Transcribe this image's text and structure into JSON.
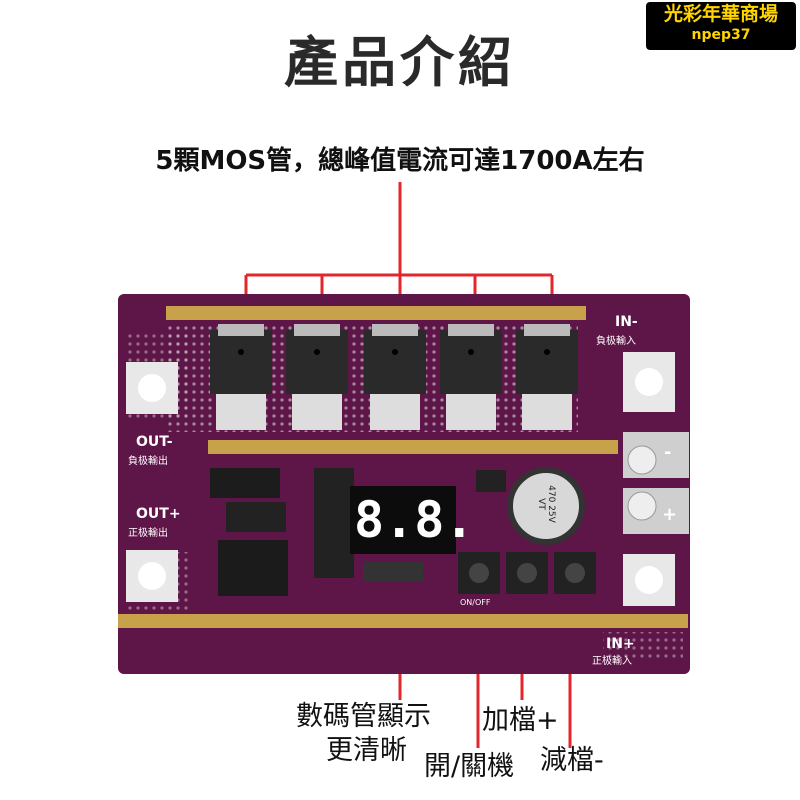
{
  "watermark": {
    "shop_name": "光彩年華商場",
    "shop_id": "npep37"
  },
  "page": {
    "title": "產品介紹"
  },
  "callouts": {
    "mos": "5顆MOS管，總峰值電流可達1700A左右",
    "display_line1": "數碼管顯示",
    "display_line2": "更清晰",
    "power_button": "開/關機",
    "plus_button": "加檔+",
    "minus_button": "減檔-"
  },
  "board": {
    "display_digits": "8.8.",
    "capacitor_label": "470 25V VT",
    "in_neg": "IN-",
    "in_neg_cn": "負极輸入",
    "in_pos": "IN+",
    "in_pos_cn": "正极輸入",
    "out_neg": "OUT-",
    "out_neg_cn": "負极輸出",
    "out_pos": "OUT+",
    "out_pos_cn": "正极輸出",
    "onoff": "ON/OFF",
    "minus_sign": "-",
    "plus_sign": "+"
  },
  "colors": {
    "board": "#5e1548",
    "accent_line": "#e3262b",
    "copper": "#c8a24a"
  }
}
